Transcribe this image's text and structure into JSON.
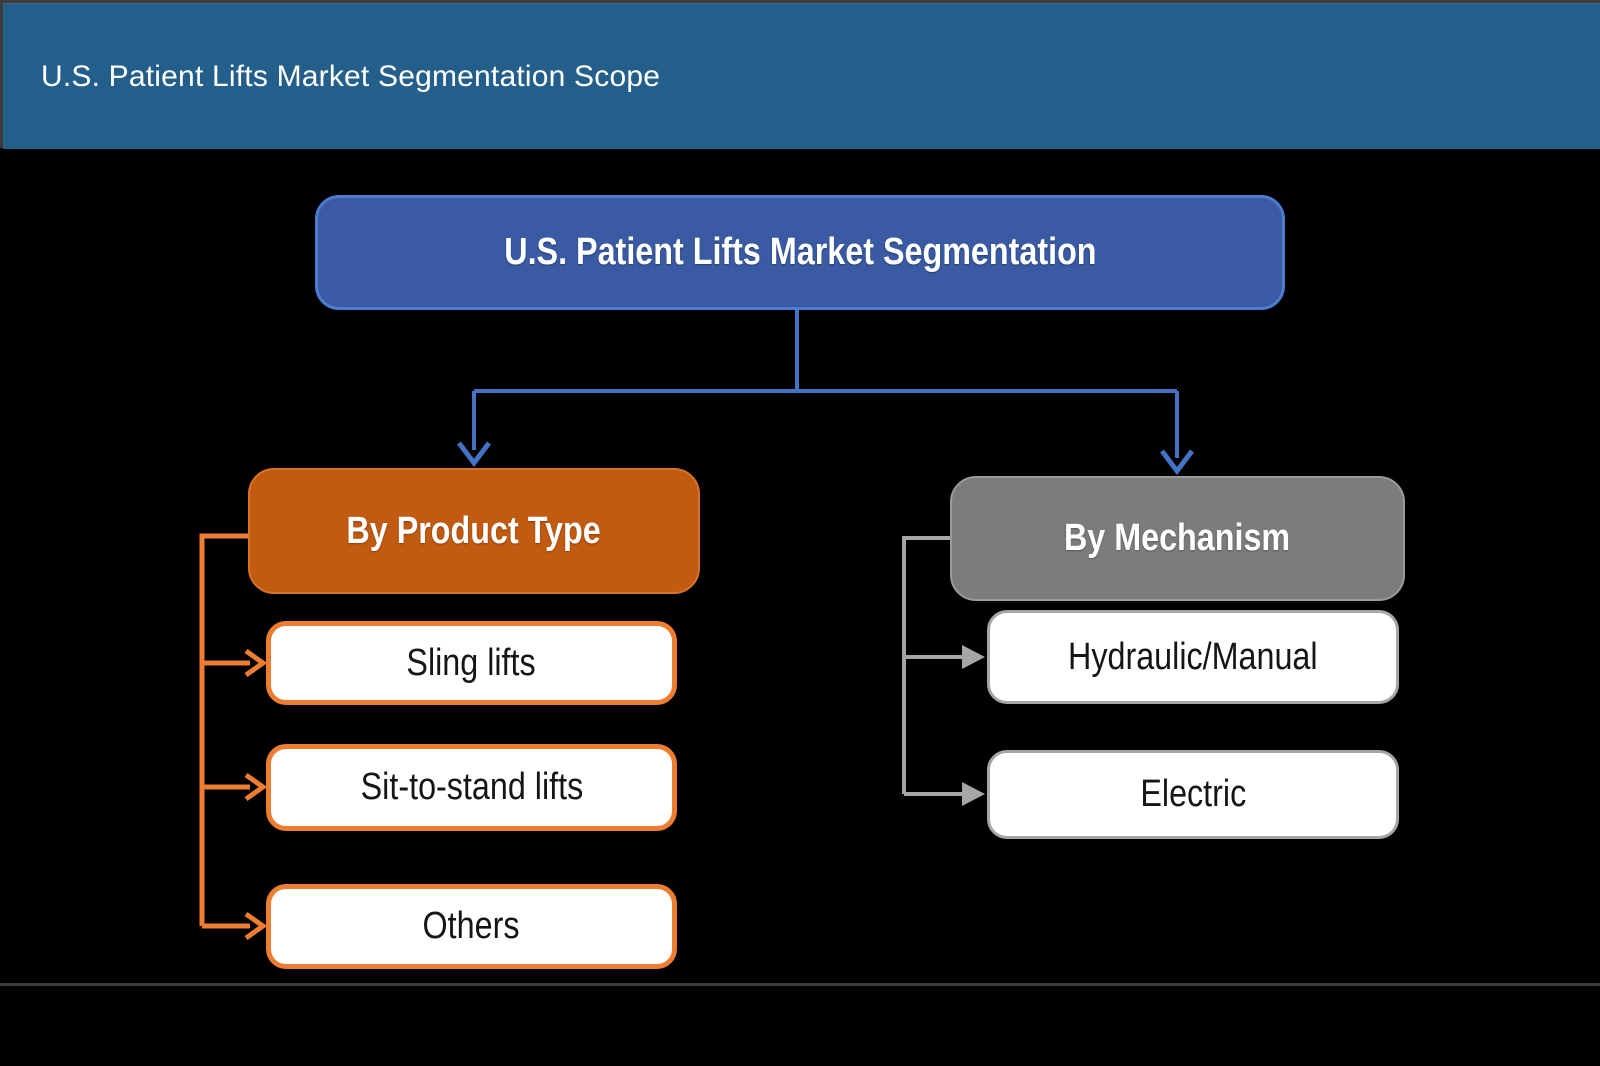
{
  "header": {
    "title": "U.S. Patient Lifts Market Segmentation Scope"
  },
  "diagram": {
    "root": {
      "label": "U.S. Patient Lifts Market Segmentation"
    },
    "branches": [
      {
        "label": "By Product Type",
        "children": [
          {
            "label": "Sling lifts"
          },
          {
            "label": "Sit-to-stand lifts"
          },
          {
            "label": "Others"
          }
        ]
      },
      {
        "label": "By Mechanism",
        "children": [
          {
            "label": "Hydraulic/Manual"
          },
          {
            "label": "Electric"
          }
        ]
      }
    ]
  },
  "colors": {
    "background": "#000000",
    "header_bg": "#235F8A",
    "frame_line": "#3C3C3C",
    "root_fill": "#3A5BA4",
    "root_border": "#4E7BD0",
    "connector_blue": "#4472C4",
    "product_fill": "#C25A12",
    "orange": "#ED7D31",
    "mechanism_fill": "#7C7C7C",
    "gray": "#A6A6A6",
    "child_text": "#151515"
  }
}
